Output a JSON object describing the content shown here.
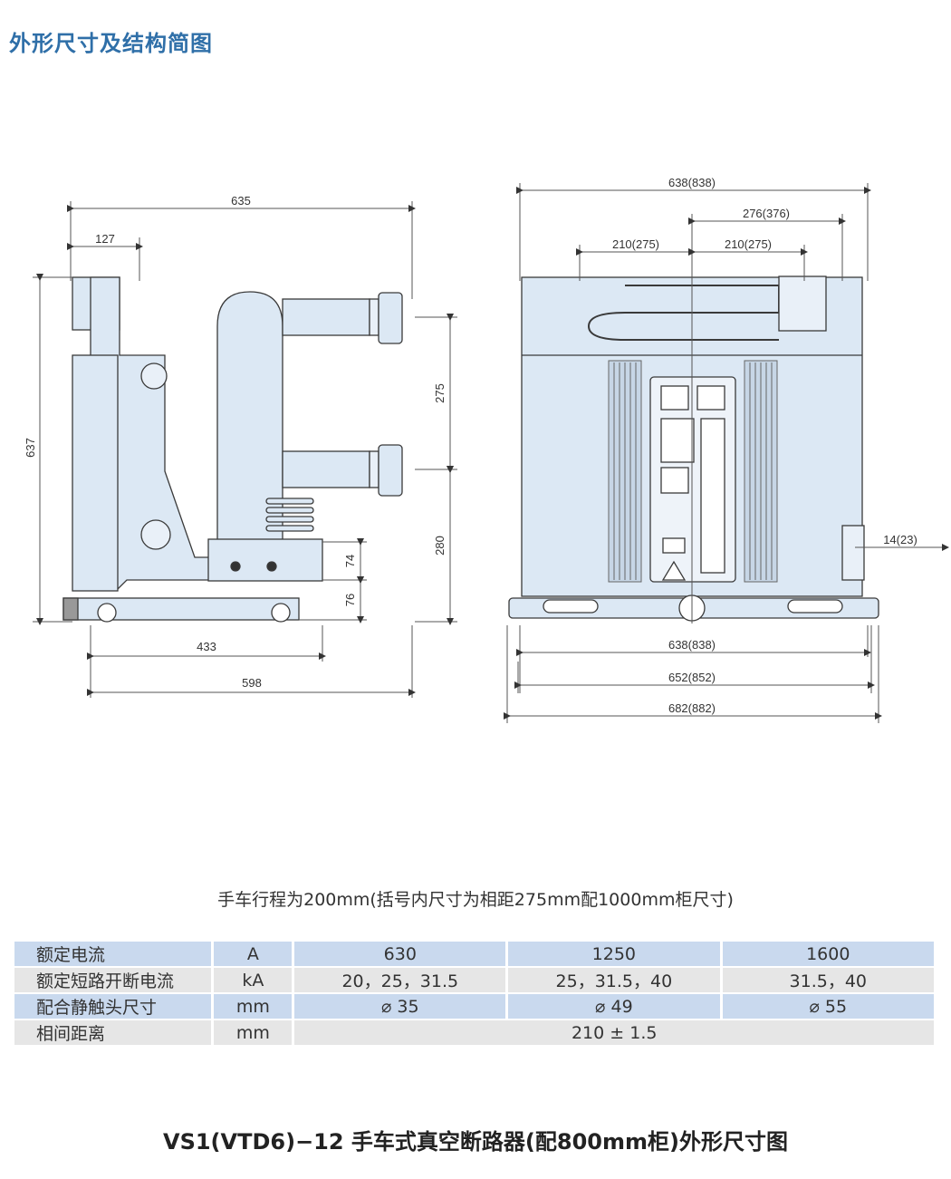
{
  "header": {
    "title": "外形尺寸及结构简图"
  },
  "side_view": {
    "dims": {
      "top_width": "635",
      "top_left": "127",
      "height": "637",
      "phase_spacing": "275",
      "lower_height": "280",
      "dim_74": "74",
      "dim_76": "76",
      "width_433": "433",
      "width_598": "598"
    }
  },
  "front_view": {
    "dims": {
      "top_width": "638(838)",
      "right_offset": "276(376)",
      "left_phase": "210(275)",
      "right_phase": "210(275)",
      "side_gap": "14(23)",
      "bottom_1": "638(838)",
      "bottom_2": "652(852)",
      "bottom_3": "682(882)"
    }
  },
  "note": "手车行程为200mm(括号内尺寸为相距275mm配1000mm柜尺寸)",
  "table": {
    "rows": [
      {
        "name": "额定电流",
        "unit": "A",
        "v1": "630",
        "v2": "1250",
        "v3": "1600"
      },
      {
        "name": "额定短路开断电流",
        "unit": "kA",
        "v1": "20，25，31.5",
        "v2": "25，31.5，40",
        "v3": "31.5，40"
      },
      {
        "name": "配合静触头尺寸",
        "unit": "mm",
        "v1": "⌀ 35",
        "v2": "⌀ 49",
        "v3": "⌀ 55"
      },
      {
        "name": "相间距离",
        "unit": "mm",
        "merged": "210 ± 1.5"
      }
    ]
  },
  "caption": "VS1(VTD6)−12 手车式真空断路器(配800mm柜)外形尺寸图",
  "colors": {
    "body_fill": "#dce8f4",
    "outline": "#3a3a3a",
    "header_blue": "#2f6fa8",
    "row_blue": "#c9d9ee",
    "row_grey": "#e6e6e6"
  }
}
